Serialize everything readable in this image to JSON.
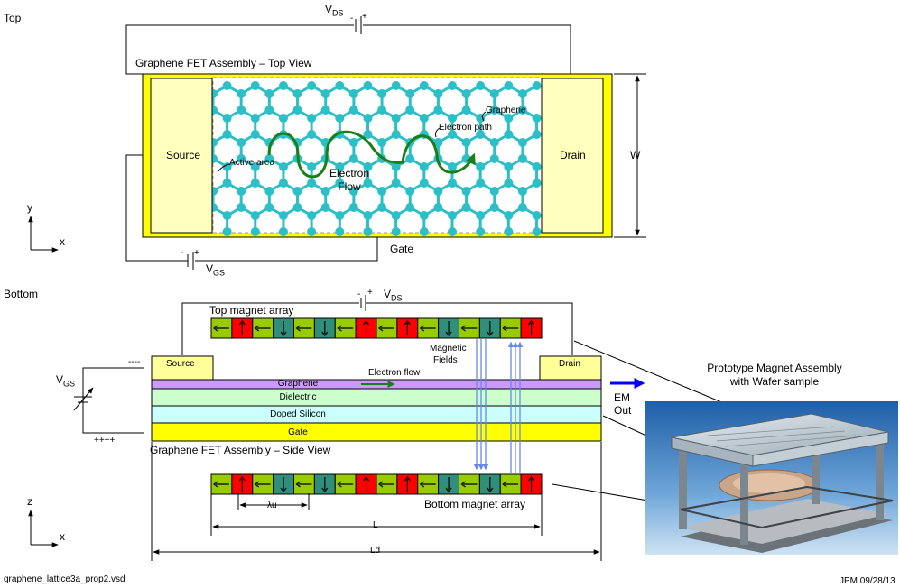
{
  "sections": {
    "top": "Top",
    "bottom": "Bottom"
  },
  "top_view": {
    "title": "Graphene FET Assembly – Top View",
    "vds": "V",
    "vds_sub": "DS",
    "vgs": "V",
    "vgs_sub": "GS",
    "source": "Source",
    "drain": "Drain",
    "gate": "Gate",
    "width": "W",
    "graphene": "Graphene",
    "electron_path": "Electron path",
    "active_area": "Active area",
    "electron_flow_1": "Electron",
    "electron_flow_2": "Flow",
    "axis_y": "y",
    "axis_x": "x"
  },
  "side_view": {
    "title": "Graphene FET Assembly – Side View",
    "vds": "V",
    "vds_sub": "DS",
    "vgs": "V",
    "vgs_sub": "GS",
    "top_magnet_array": "Top magnet array",
    "bottom_magnet_array": "Bottom magnet array",
    "source": "Source",
    "drain": "Drain",
    "layers": {
      "graphene": "Graphene",
      "dielectric": "Dielectric",
      "doped_silicon": "Doped Silicon",
      "gate": "Gate"
    },
    "electron_flow": "Electron flow",
    "magnetic_fields_1": "Magnetic",
    "magnetic_fields_2": "Fields",
    "em_out_1": "EM",
    "em_out_2": "Out",
    "minus_marks": "----",
    "plus_marks": "++++",
    "lambda_u": "λu",
    "length_l": "L",
    "length_ld": "Ld",
    "axis_z": "z",
    "axis_x": "x",
    "plus_sign": "+",
    "minus_sign": "-"
  },
  "photo": {
    "caption_1": "Prototype Magnet Assembly",
    "caption_2": "with Wafer sample"
  },
  "footer": {
    "filename": "graphene_lattice3a_prop2.vsd",
    "initials_date": "JPM 09/28/13"
  },
  "colors": {
    "fet_gold": "#ffff00",
    "electrode": "#ffffbe",
    "lattice": "#2bbfc6",
    "flow_green": "#1a7f1a",
    "magnet_green": "#99cc00",
    "magnet_red": "#ff0000",
    "magnet_teal": "#2f8f7a",
    "graphene_layer": "#cc99ff",
    "dielectric_layer": "#ccffcc",
    "silicon_layer": "#ccffff",
    "field_blue": "#6688ee",
    "em_blue": "#0000ff"
  },
  "magnet_pattern": [
    "L",
    "U",
    "L",
    "D",
    "L",
    "D",
    "L",
    "U",
    "L",
    "U",
    "L",
    "D",
    "L",
    "D",
    "L",
    "U"
  ]
}
